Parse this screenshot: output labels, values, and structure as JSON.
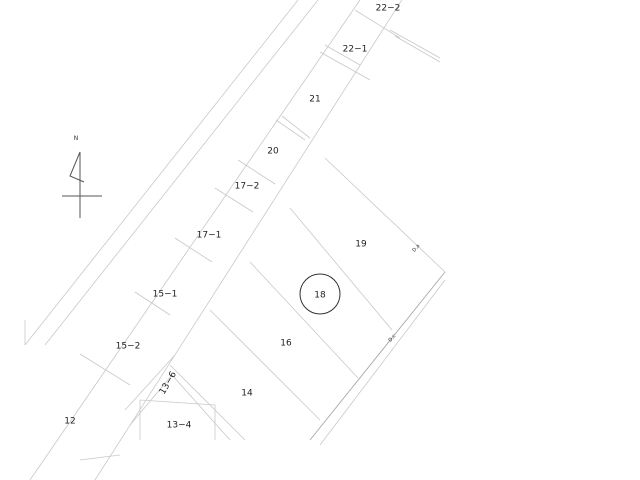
{
  "map": {
    "north": {
      "label": "N",
      "icon": "north-arrow-icon"
    },
    "lots": [
      {
        "id": "22-2",
        "label": "22−2"
      },
      {
        "id": "22-1",
        "label": "22−1"
      },
      {
        "id": "21",
        "label": "21"
      },
      {
        "id": "20",
        "label": "20"
      },
      {
        "id": "17-2",
        "label": "17−2"
      },
      {
        "id": "17-1",
        "label": "17−1"
      },
      {
        "id": "19",
        "label": "19"
      },
      {
        "id": "18",
        "label": "18",
        "highlighted": true
      },
      {
        "id": "15-1",
        "label": "15−1"
      },
      {
        "id": "16",
        "label": "16"
      },
      {
        "id": "15-2",
        "label": "15−2"
      },
      {
        "id": "13-6",
        "label": "13−6"
      },
      {
        "id": "14",
        "label": "14"
      },
      {
        "id": "12",
        "label": "12"
      },
      {
        "id": "13-4",
        "label": "13−4"
      }
    ],
    "boundary_marks": [
      "D.a",
      "D.c"
    ],
    "colors": {
      "lines": "#c8c8c8",
      "outline": "#555555",
      "text": "#222222",
      "background": "#ffffff"
    }
  }
}
